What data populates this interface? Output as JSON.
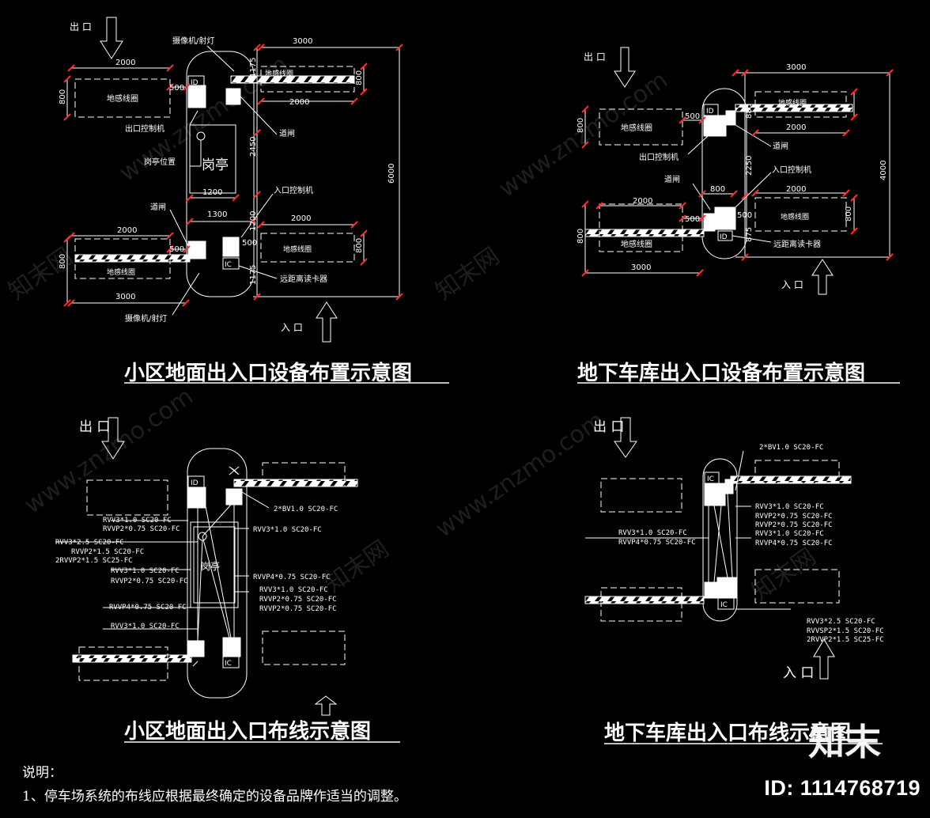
{
  "colors": {
    "background": "#000000",
    "line": "#ffffff",
    "tick": "#ff2b2b"
  },
  "watermark": {
    "text": "www.znzmo.com",
    "brand": "知末网"
  },
  "brand_logo": "知末",
  "id_label": "ID: 1114768719",
  "notes": {
    "heading": "说明：",
    "item1": "1、停车场系统的布线应根据最终确定的设备品牌作适当的调整。"
  },
  "d1": {
    "title": "小区地面出入口设备布置示意图",
    "exit": "出 口",
    "entry": "入 口",
    "loop": "地感线圈",
    "booth": "岗亭",
    "cam_top": "摄像机/射灯",
    "cam_bot": "摄像机/射灯",
    "exit_ctrl": "出口控制机",
    "gate1": "道闸",
    "gate2": "道闸",
    "entry_ctrl": "入口控制机",
    "reader": "远距离读卡器",
    "position": "岗亭位置",
    "id": "ID",
    "ic": "IC",
    "dims": {
      "d3000a": "3000",
      "d2000a": "2000",
      "d500a": "500",
      "d800a": "800",
      "d1175a": "1175",
      "d2000b": "2000",
      "d2450": "2450",
      "d6000": "6000",
      "d1200": "1200",
      "d1300": "1300",
      "d2000c": "2000",
      "d1200b": "1200",
      "d500b": "500",
      "d2000d": "2000",
      "d800b": "800",
      "d1175b": "1175",
      "d3000b": "3000",
      "d800c": "800",
      "d500c": "500",
      "d800d": "800"
    }
  },
  "d2": {
    "title": "地下车库出入口设备布置示意图",
    "exit": "出 口",
    "entry": "入 口",
    "loop": "地感线圈",
    "exit_ctrl": "出口控制机",
    "gate1": "道闸",
    "gate2": "道闸",
    "entry_ctrl": "入口控制机",
    "reader": "远距离读卡器",
    "id": "ID",
    "dims": {
      "d3000a": "3000",
      "d2000a": "2000",
      "d500a": "500",
      "d800a": "800",
      "d885": "885",
      "d2250": "2250",
      "d4000": "4000",
      "d800b": "800",
      "d2000b": "2000",
      "d2000c": "2000",
      "d500b": "500",
      "d875": "875",
      "d800c": "800",
      "d3000b": "3000",
      "d800d": "800",
      "d500c": "500"
    }
  },
  "d3": {
    "title": "小区地面出入口布线示意图",
    "exit": "出 口",
    "booth": "岗亭",
    "id": "ID",
    "ic": "IC",
    "c1": "2*BV1.0  SC20-FC",
    "c2": "RVV3*1.0  SC20-FC",
    "c3": "RVVP2*0.75  SC20-FC",
    "c4": "RVV3*1.0  SC20-FC",
    "c5": "RVV3*2.5  SC20-FC",
    "c6": "RVVP2*1.5  SC20-FC",
    "c7": "2RVVP2*1.5  SC25-FC",
    "c8": "RVV3*1.0  SC20-FC",
    "c9": "RVVP2*0.75  SC20-FC",
    "c10": "RVVP4*0.75  SC20-FC",
    "c11": "RVV3*1.0  SC20-FC",
    "c12": "RVVP2*0.75  SC20-FC",
    "c13": "RVVP2*0.75  SC20-FC",
    "c14": "RVVP4*0.75  SC20-FC",
    "c15": "RVV3*1.0  SC20-FC"
  },
  "d4": {
    "title": "地下车库出入口布线示意图",
    "exit": "出 口",
    "entry": "入 口",
    "ic": "IC",
    "c1": "2*BV1.0  SC20-FC",
    "c2": "RVV3*1.0  SC20-FC",
    "c3": "RVVP2*0.75  SC20-FC",
    "c4": "RVVP2*0.75  SC20-FC",
    "c5": "RVV3*1.0  SC20-FC",
    "c6": "RVVP4*0.75  SC20-FC",
    "c7": "RVV3*1.0  SC20-FC",
    "c8": "RVVP4*0.75  SC20-FC",
    "c9": "RVV3*2.5  SC20-FC",
    "c10": "RVVSP2*1.5  SC20-FC",
    "c11": "2RVVP2*1.5  SC25-FC"
  }
}
